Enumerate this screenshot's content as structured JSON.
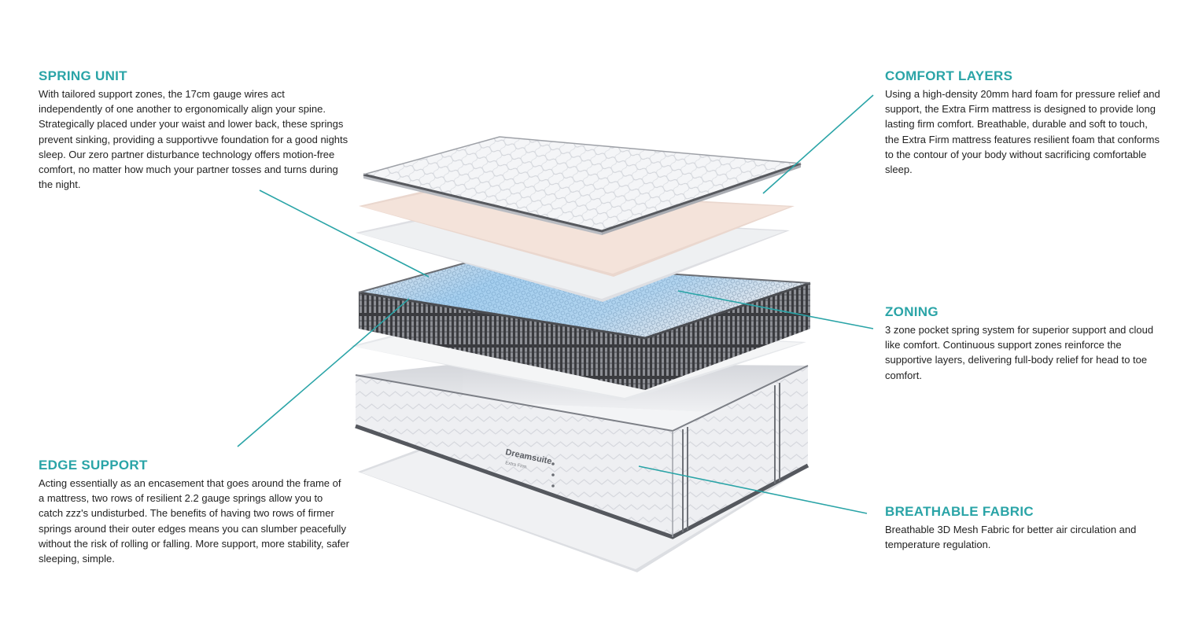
{
  "accent_color": "#2aa4a7",
  "brand": {
    "logo_text": "Dreamsuite",
    "logo_subtext": "Extra Firm"
  },
  "callouts": {
    "spring_unit": {
      "title": "SPRING UNIT",
      "body": "With tailored support zones, the 17cm gauge wires act independently of one another to ergonomically align your spine. Strategically placed under your waist and lower back, these springs prevent sinking, providing a supportivve foundation for a good nights sleep. Our zero partner disturbance technology offers motion-free comfort, no matter how much your partner tosses and turns during the night."
    },
    "edge_support": {
      "title": "EDGE SUPPORT",
      "body": "Acting essentially as an encasement that goes around the frame of a mattress, two rows of resilient 2.2 gauge springs allow you to catch zzz's undisturbed. The benefits of having two rows of firmer springs around their outer edges means you can slumber peacefully without the risk of rolling or falling. More support, more stability, safer sleeping, simple."
    },
    "comfort_layers": {
      "title": "COMFORT LAYERS",
      "body": "Using a high-density 20mm hard foam for pressure relief and support, the Extra Firm mattress is designed to provide long lasting firm comfort. Breathable, durable and soft to touch, the Extra Firm mattress features resilient foam that conforms to the contour of your body without sacrificing comfortable sleep."
    },
    "zoning": {
      "title": "ZONING",
      "body": "3 zone pocket spring system for superior support and cloud like comfort. Continuous support zones reinforce  the supportive layers, delivering full-body relief for head to toe comfort."
    },
    "breathable_fabric": {
      "title": "BREATHABLE FABRIC",
      "body": "Breathable 3D Mesh Fabric for better air circulation and temperature regulation."
    }
  }
}
